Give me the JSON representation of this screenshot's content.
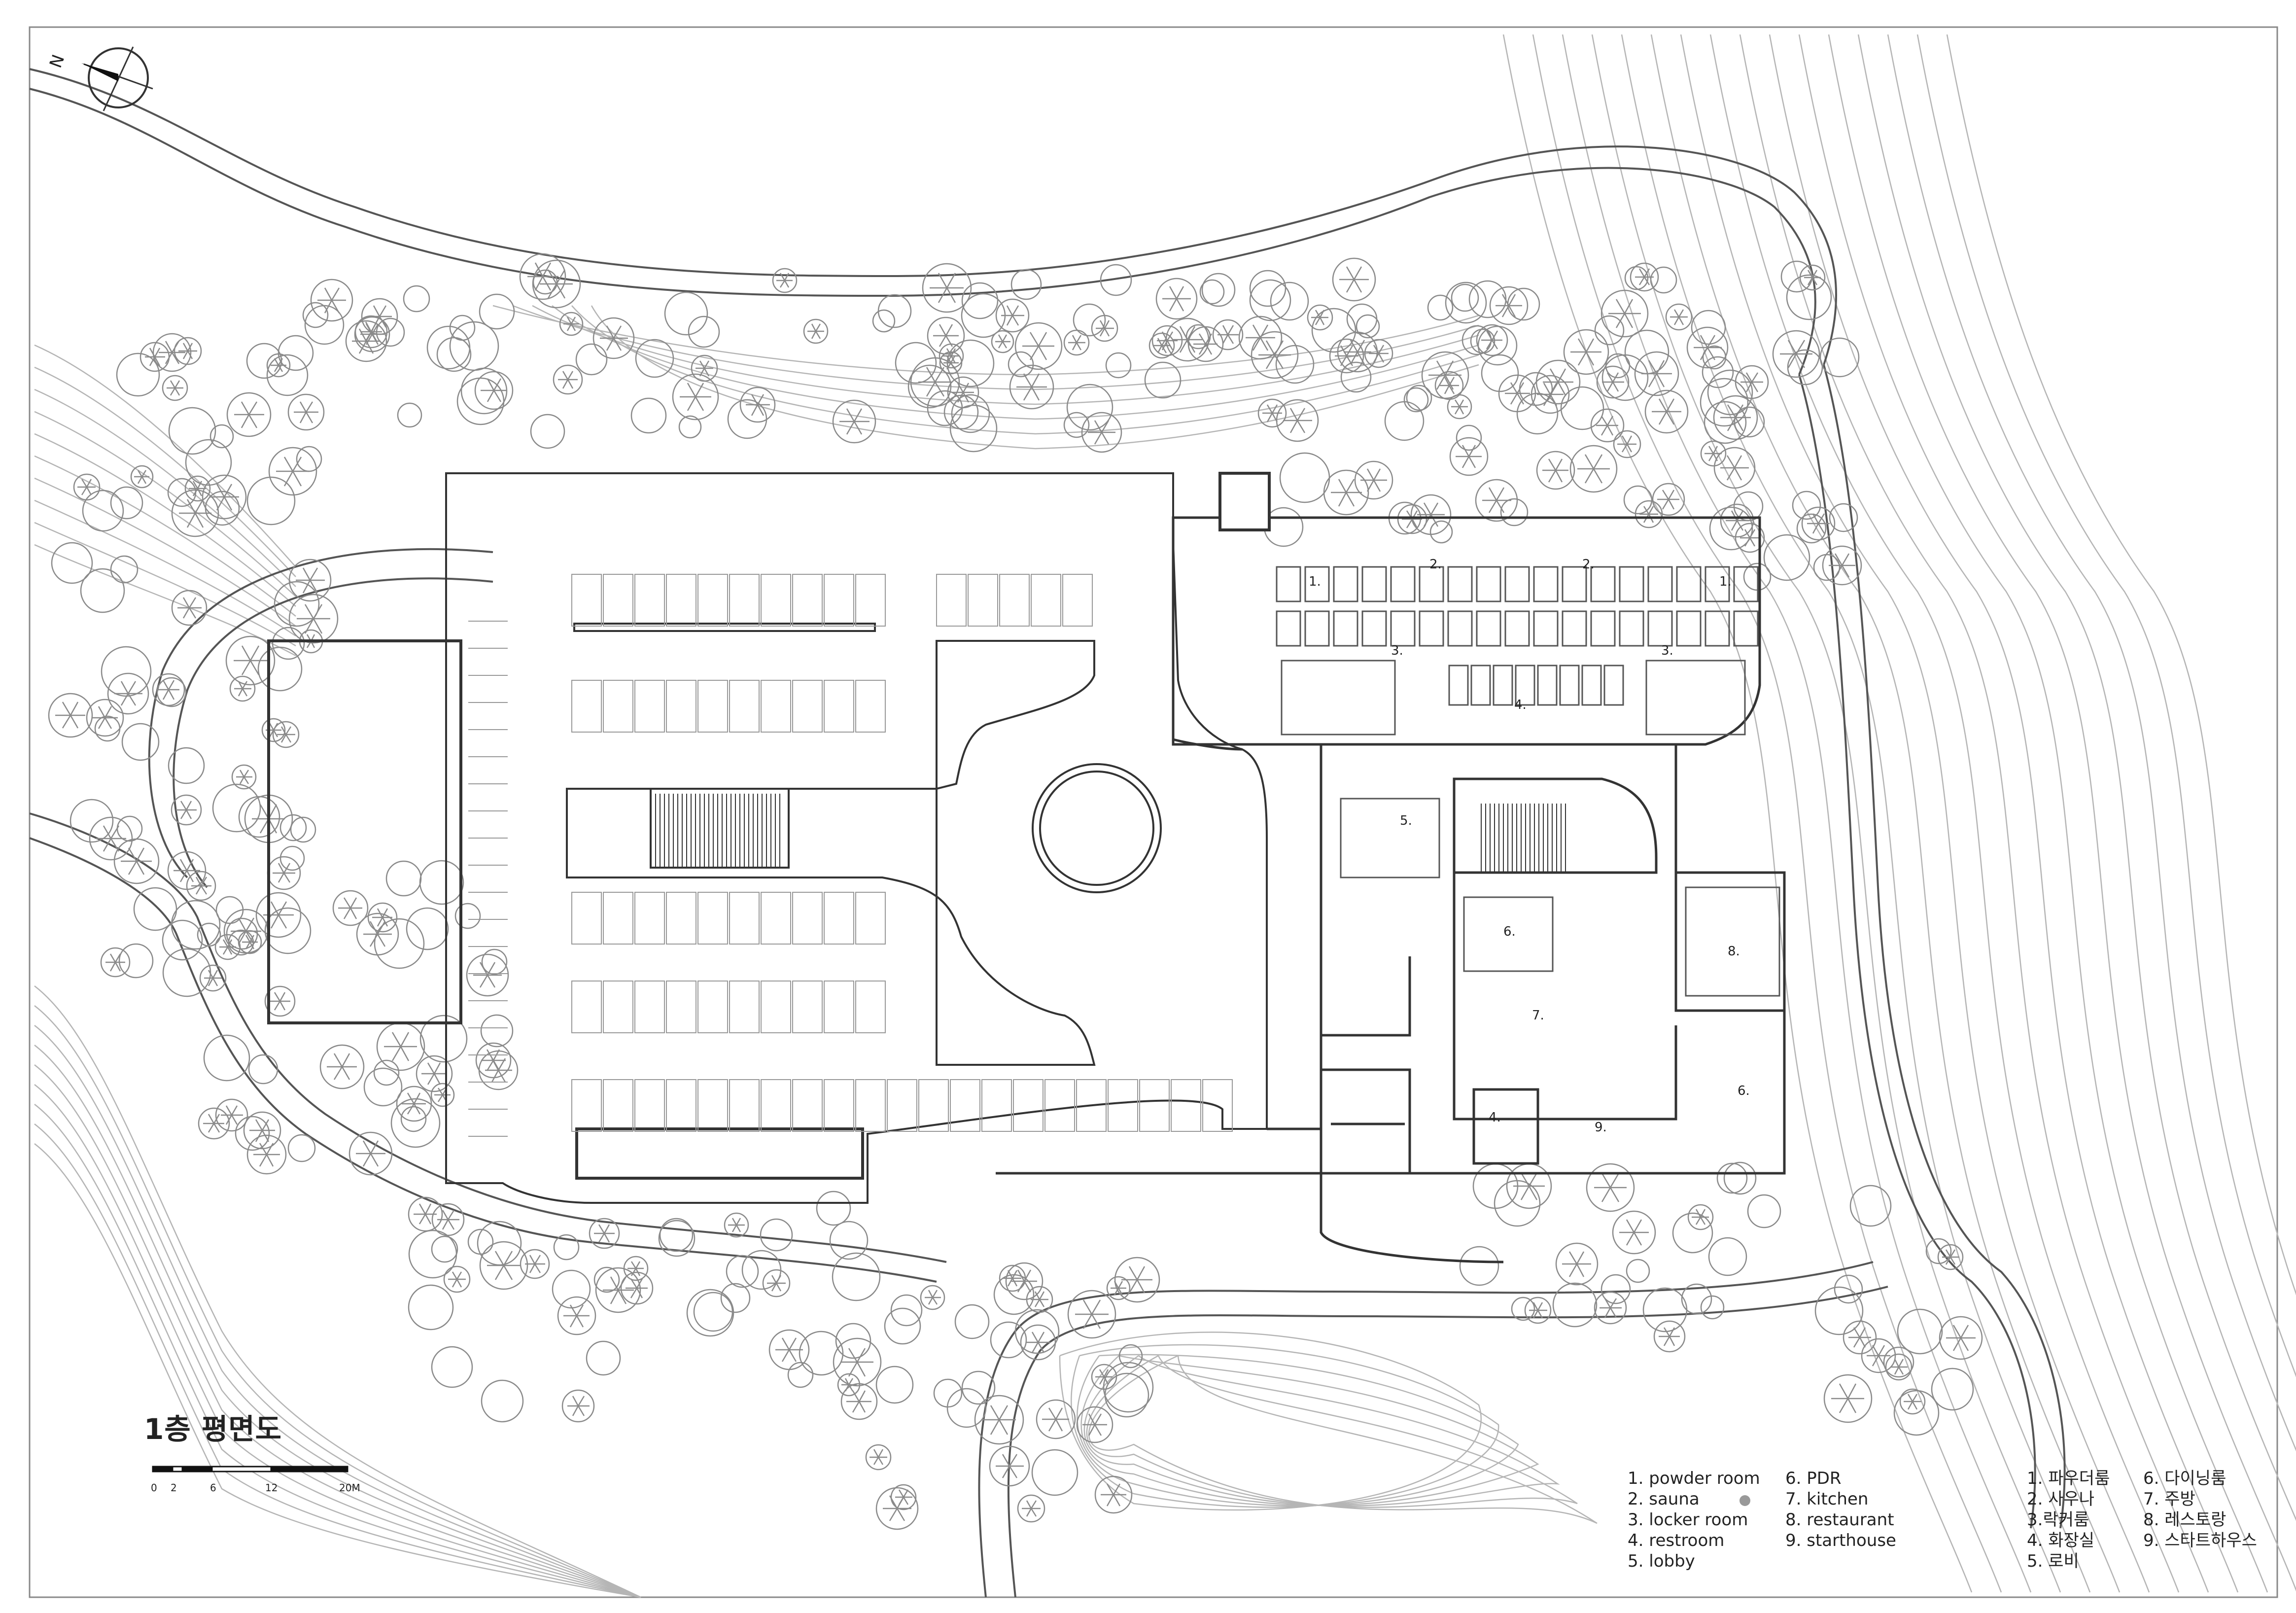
{
  "drawing": {
    "title": "1층 평면도",
    "north_label": "N"
  },
  "scale_bar": {
    "ticks": [
      "0",
      "2",
      "6",
      "12",
      "20M"
    ]
  },
  "legend_en": [
    "1. powder room",
    "2. sauna",
    "3. locker room",
    "4. restroom",
    "5. lobby",
    "6. PDR",
    "7. kitchen",
    "8. restaurant",
    "9. starthouse"
  ],
  "legend_ko": [
    "1. 파우더룸",
    "2. 사우나",
    "3.락커룸",
    "4. 화장실",
    "5. 로비",
    "6. 다이닝룸",
    "7. 주방",
    "8. 레스토랑",
    "9. 스타트하우스"
  ],
  "room_labels": {
    "r1a": "1.",
    "r1b": "1.",
    "r2a": "2.",
    "r2b": "2.",
    "r3a": "3.",
    "r3b": "3.",
    "r4a": "4.",
    "r4b": "4.",
    "r5": "5.",
    "r6a": "6.",
    "r6b": "6.",
    "r7": "7.",
    "r8": "8.",
    "r9": "9."
  },
  "colors": {
    "line": "#333333",
    "contour": "#b5b5b5",
    "tree": "#8a8a8a"
  }
}
